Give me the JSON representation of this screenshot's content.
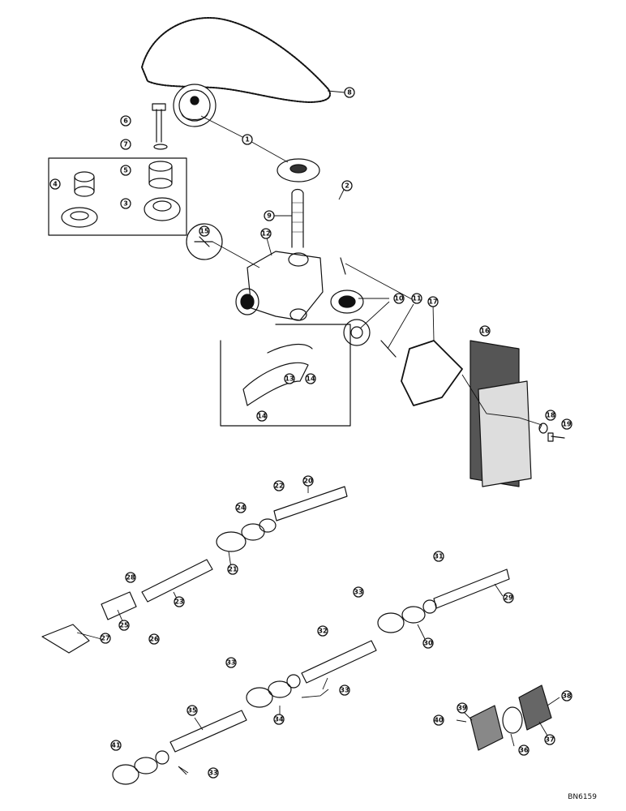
{
  "drawing_ref": "BN6159",
  "callouts": [
    "1",
    "2",
    "3",
    "4",
    "5",
    "6",
    "7",
    "8",
    "9",
    "10",
    "11",
    "12",
    "13",
    "14",
    "15",
    "16",
    "17",
    "18",
    "19",
    "20",
    "21",
    "22",
    "23",
    "24",
    "25",
    "26",
    "27",
    "28",
    "29",
    "30",
    "31",
    "32",
    "33",
    "34",
    "35",
    "36",
    "37",
    "38",
    "39",
    "40",
    "41"
  ]
}
